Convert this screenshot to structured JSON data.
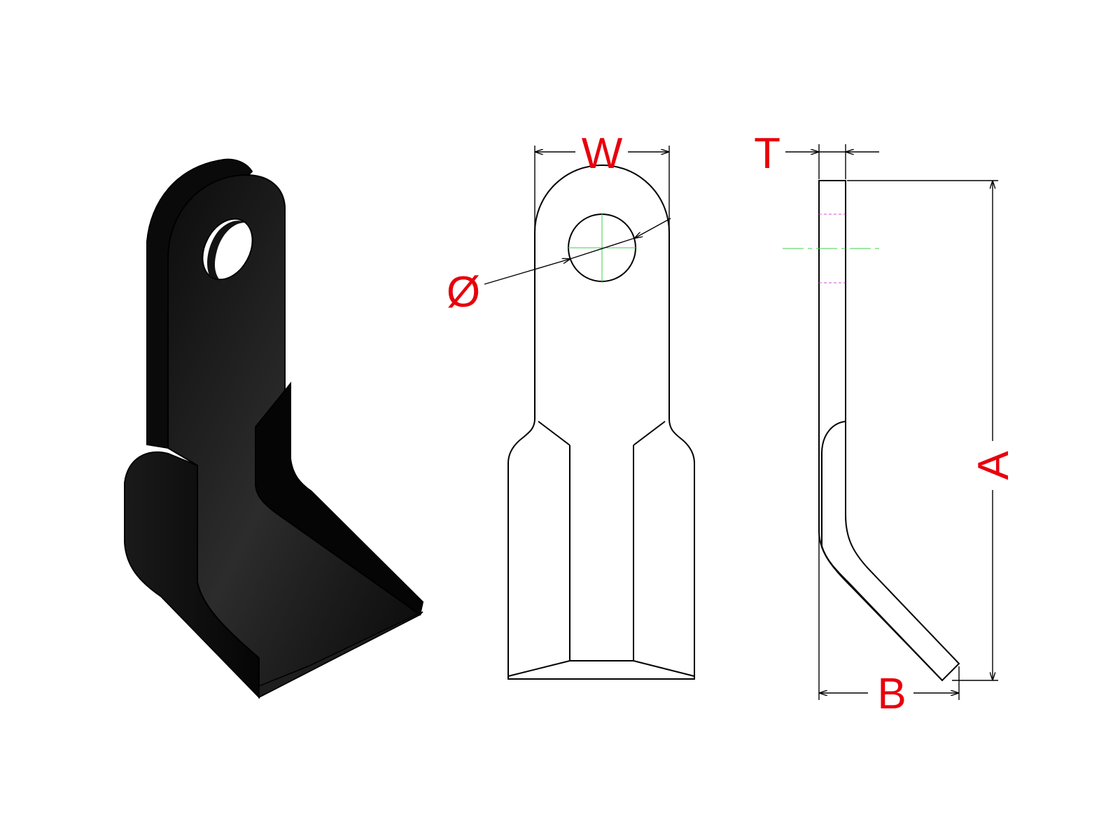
{
  "labels": {
    "width": "W",
    "thickness": "T",
    "diameter": "Ø",
    "height": "A",
    "offset": "B"
  },
  "colors": {
    "label": "#e8000b",
    "outline": "#000000",
    "solid": "#111111",
    "centerline": "#3fd24a",
    "hidden_line": "#d24fd8",
    "background": "#ffffff"
  },
  "views": [
    "isometric-view",
    "front-view",
    "side-view"
  ]
}
